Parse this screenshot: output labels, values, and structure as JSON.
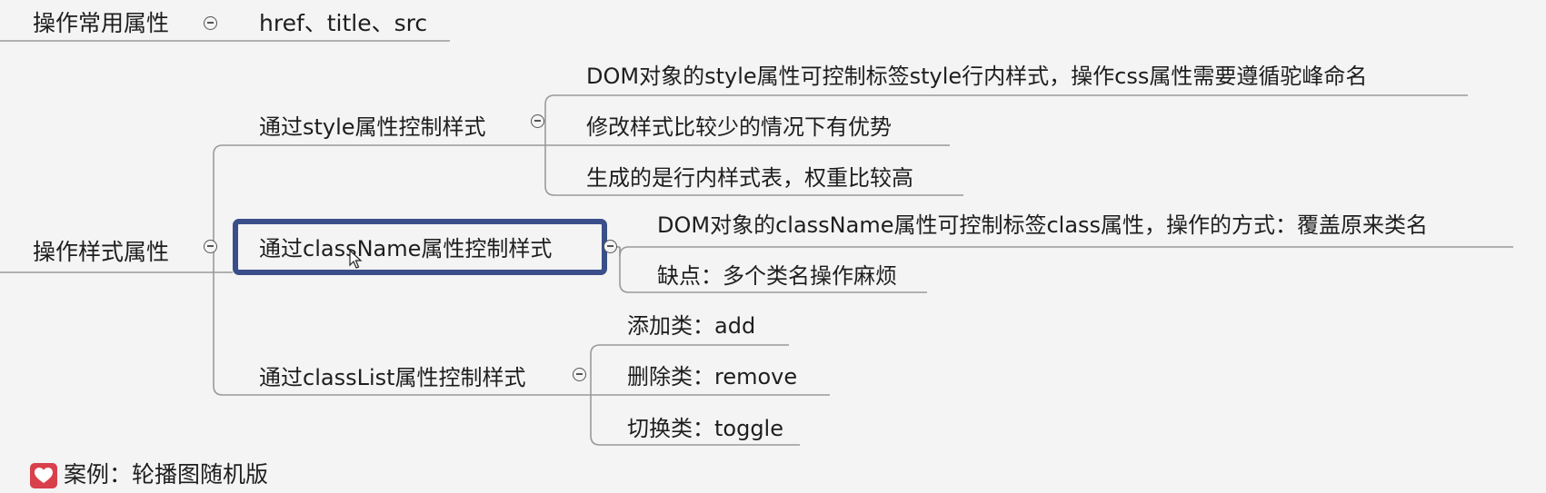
{
  "mindmap": {
    "common_attrs": {
      "label": "操作常用属性",
      "child": "href、title、src"
    },
    "style_attrs": {
      "label": "操作样式属性",
      "branches": [
        {
          "label": "通过style属性控制样式",
          "items": [
            "DOM对象的style属性可控制标签style行内样式，操作css属性需要遵循驼峰命名",
            "修改样式比较少的情况下有优势",
            "生成的是行内样式表，权重比较高"
          ]
        },
        {
          "label": "通过className属性控制样式",
          "items": [
            "DOM对象的className属性可控制标签class属性，操作的方式：覆盖原来类名",
            "缺点：多个类名操作麻烦"
          ]
        },
        {
          "label": "通过classList属性控制样式",
          "items": [
            "添加类：add",
            "删除类：remove",
            "切换类：toggle"
          ]
        }
      ]
    },
    "case": {
      "icon": "heart-icon",
      "label": "案例：轮播图随机版"
    }
  },
  "colors": {
    "line": "#9a9a9a",
    "highlight": "#3a4f8a",
    "case_icon": "#d8404c"
  }
}
